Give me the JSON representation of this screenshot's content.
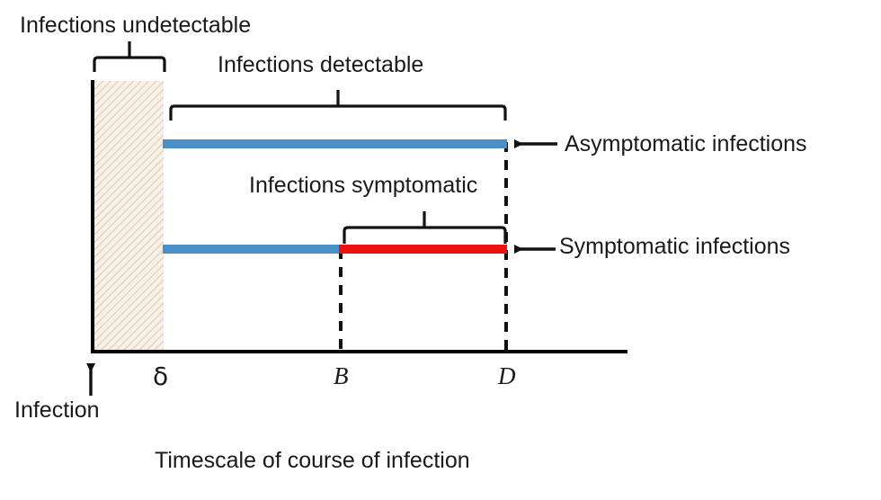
{
  "figure": {
    "caption": "Timescale of course of infection",
    "colors": {
      "asymptomatic_line": "#4a90c8",
      "symptomatic_line": "#ee1111",
      "hatch_fill": "#f7efe6",
      "hatch_stroke": "#e3d3c0",
      "axis": "#000000",
      "text": "#1a1a1a"
    }
  },
  "brackets": [
    {
      "name": "undetectable",
      "label": "Infections undetectable",
      "from_tick": "0",
      "to_tick": "delta"
    },
    {
      "name": "detectable",
      "label": "Infections detectable",
      "from_tick": "delta",
      "to_tick": "D"
    },
    {
      "name": "symptomatic",
      "label": "Infections symptomatic",
      "from_tick": "B",
      "to_tick": "D"
    }
  ],
  "axis": {
    "name": "time",
    "ticks": [
      {
        "id": "delta",
        "label": "δ"
      },
      {
        "id": "B",
        "label": "B"
      },
      {
        "id": "D",
        "label": "D"
      }
    ],
    "origin_label": "Infection"
  },
  "tracks": [
    {
      "name": "asymptomatic",
      "label": "Asymptomatic infections",
      "segments": [
        {
          "state": "detectable-asymptomatic",
          "color": "#4a90c8",
          "from": "delta",
          "to": "D"
        }
      ]
    },
    {
      "name": "symptomatic",
      "label": "Symptomatic infections",
      "segments": [
        {
          "state": "detectable-asymptomatic",
          "color": "#4a90c8",
          "from": "delta",
          "to": "B"
        },
        {
          "state": "detectable-symptomatic",
          "color": "#ee1111",
          "from": "B",
          "to": "D"
        }
      ]
    }
  ],
  "regions": [
    {
      "name": "undetectable-window",
      "fill": "hatched",
      "from": "0",
      "to": "delta"
    }
  ]
}
